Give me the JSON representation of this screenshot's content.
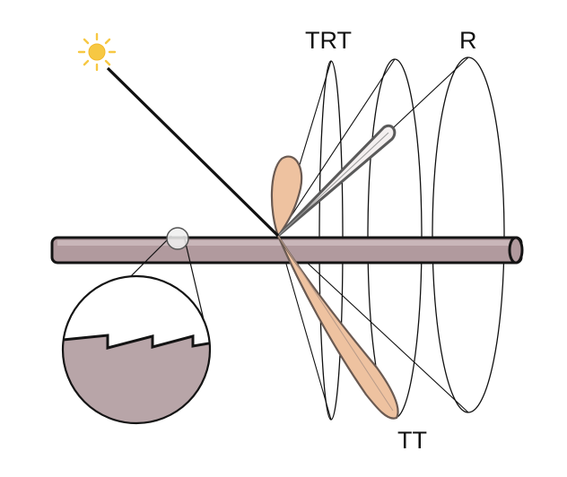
{
  "labels": {
    "trt": "TRT",
    "r": "R",
    "tt": "TT"
  },
  "colors": {
    "background": "#ffffff",
    "fiber_fill": "#b19a9e",
    "fiber_top": "#c9b6b9",
    "fiber_stroke": "#141414",
    "lobe_fill": "#eec2a0",
    "lobe_stroke": "#6a5a52",
    "r_lobe_fill": "#f4f0f0",
    "sun": "#f7c843",
    "cuticle_fill": "#b8a5a8",
    "line": "#111111"
  },
  "icons": {
    "light": "sun-icon"
  }
}
